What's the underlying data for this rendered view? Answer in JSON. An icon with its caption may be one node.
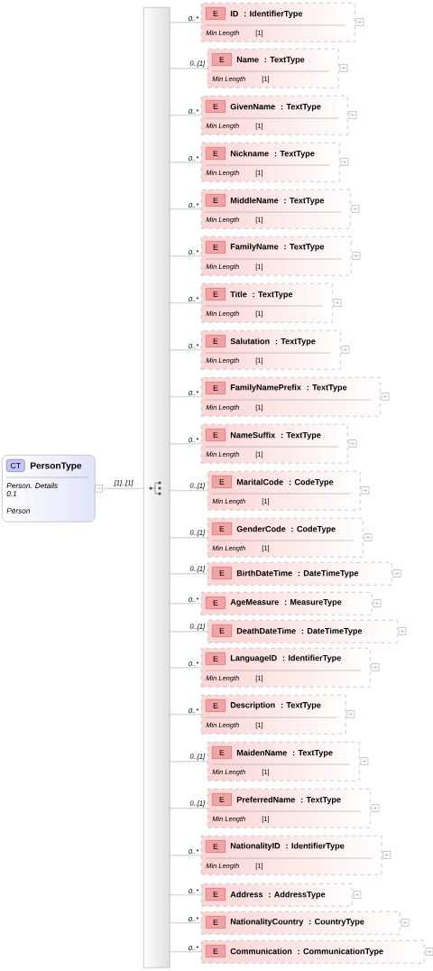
{
  "diagram": {
    "nodes": [
      {
        "text": [
          "CT",
          "PersonType",
          "Person. Details",
          "0.1",
          "Person"
        ]
      },
      {
        "text": [],
        "shape": "bar"
      },
      {
        "text": [
          "E",
          "ID",
          ": IdentifierType",
          "Min Length",
          "[1]"
        ]
      },
      {
        "text": [
          "E",
          "Name",
          ": TextType",
          "Min Length",
          "[1]"
        ]
      },
      {
        "text": [
          "E",
          "GivenName",
          ": TextType",
          "Min Length",
          "[1]"
        ]
      },
      {
        "text": [
          "E",
          "Nickname",
          ": TextType",
          "Min Length",
          "[1]"
        ]
      },
      {
        "text": [
          "E",
          "MiddleName",
          ": TextType",
          "Min Length",
          "[1]"
        ]
      },
      {
        "text": [
          "E",
          "FamilyName",
          ": TextType",
          "Min Length",
          "[1]"
        ]
      },
      {
        "text": [
          "E",
          "Title",
          ": TextType",
          "Min Length",
          "[1]"
        ]
      },
      {
        "text": [
          "E",
          "Salutation",
          ": TextType",
          "Min Length",
          "[1]"
        ]
      },
      {
        "text": [
          "E",
          "FamilyNamePrefix",
          ": TextType",
          "Min Length",
          "[1]"
        ]
      },
      {
        "text": [
          "E",
          "NameSuffix",
          ": TextType",
          "Min Length",
          "[1]"
        ]
      },
      {
        "text": [
          "E",
          "MaritalCode",
          ": CodeType",
          "Min Length",
          "[1]"
        ]
      },
      {
        "text": [
          "E",
          "GenderCode",
          ": CodeType",
          "Min Length",
          "[1]"
        ]
      },
      {
        "text": [
          "E",
          "BirthDateTime",
          ": DateTimeType"
        ]
      },
      {
        "text": [
          "E",
          "AgeMeasure",
          ": MeasureType"
        ]
      },
      {
        "text": [
          "E",
          "DeathDateTime",
          ": DateTimeType"
        ]
      },
      {
        "text": [
          "E",
          "LanguageID",
          ": IdentifierType",
          "Min Length",
          "[1]"
        ]
      },
      {
        "text": [
          "E",
          "Description",
          ": TextType",
          "Min Length",
          "[1]"
        ]
      },
      {
        "text": [
          "E",
          "MaidenName",
          ": TextType",
          "Min Length",
          "[1]"
        ]
      },
      {
        "text": [
          "E",
          "PreferredName",
          ": TextType",
          "Min Length",
          "[1]"
        ]
      },
      {
        "text": [
          "E",
          "NationalityID",
          ": IdentifierType",
          "Min Length",
          "[1]"
        ]
      },
      {
        "text": [
          "E",
          "Address",
          ": AddressType"
        ]
      },
      {
        "text": [
          "E",
          "NationalityCountry",
          ": CountryType"
        ]
      },
      {
        "text": [
          "E",
          "Communication",
          ": CommunicationType"
        ]
      }
    ],
    "edges": [
      {
        "from": 0,
        "to": 1,
        "arrow": "none",
        "label": "[1]..[1]"
      },
      {
        "from": 1,
        "to": 2,
        "arrow": "none",
        "label": "0..*"
      },
      {
        "from": 1,
        "to": 3,
        "arrow": "none",
        "label": "0..[1]"
      },
      {
        "from": 1,
        "to": 4,
        "arrow": "none",
        "label": "0..*"
      },
      {
        "from": 1,
        "to": 5,
        "arrow": "none",
        "label": "0..*"
      },
      {
        "from": 1,
        "to": 6,
        "arrow": "none",
        "label": "0..*"
      },
      {
        "from": 1,
        "to": 7,
        "arrow": "none",
        "label": "0..*"
      },
      {
        "from": 1,
        "to": 8,
        "arrow": "none",
        "label": "0..*"
      },
      {
        "from": 1,
        "to": 9,
        "arrow": "none",
        "label": "0..*"
      },
      {
        "from": 1,
        "to": 10,
        "arrow": "none",
        "label": "0..*"
      },
      {
        "from": 1,
        "to": 11,
        "arrow": "none",
        "label": "0..*"
      },
      {
        "from": 1,
        "to": 12,
        "arrow": "none",
        "label": "0..[1]"
      },
      {
        "from": 1,
        "to": 13,
        "arrow": "none",
        "label": "0..[1]"
      },
      {
        "from": 1,
        "to": 14,
        "arrow": "none",
        "label": "0..[1]"
      },
      {
        "from": 1,
        "to": 15,
        "arrow": "none",
        "label": "0..*"
      },
      {
        "from": 1,
        "to": 16,
        "arrow": "none",
        "label": "0..[1]"
      },
      {
        "from": 1,
        "to": 17,
        "arrow": "none",
        "label": "0..*"
      },
      {
        "from": 1,
        "to": 18,
        "arrow": "none",
        "label": "0..*"
      },
      {
        "from": 1,
        "to": 19,
        "arrow": "none",
        "label": "0..[1]"
      },
      {
        "from": 1,
        "to": 20,
        "arrow": "none",
        "label": "0..[1]"
      },
      {
        "from": 1,
        "to": 21,
        "arrow": "none",
        "label": "0..*"
      },
      {
        "from": 1,
        "to": 22,
        "arrow": "none",
        "label": "0..*"
      },
      {
        "from": 1,
        "to": 23,
        "arrow": "none",
        "label": "0..*"
      },
      {
        "from": 1,
        "to": 24,
        "arrow": "none",
        "label": "0..*"
      }
    ]
  }
}
